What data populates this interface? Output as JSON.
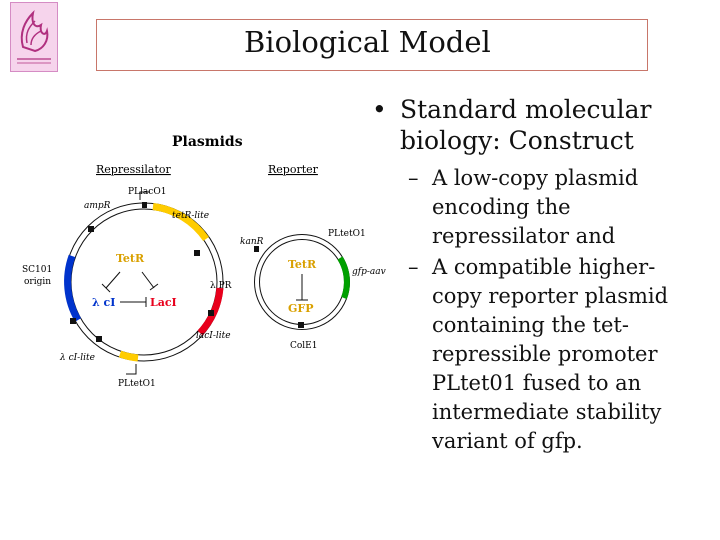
{
  "slide": {
    "title": "Biological Model"
  },
  "bullets": [
    {
      "marker": "•",
      "text": "Standard molecular biology: Construct",
      "lines": [
        "Standard molecular",
        "biology: Construct"
      ],
      "subitems": [
        {
          "marker": "–",
          "text": "A low-copy plasmid encoding the repressilator and",
          "lines": [
            "A low-copy plasmid",
            "encoding the",
            "repressilator and"
          ]
        },
        {
          "marker": "–",
          "text": "A compatible higher-copy reporter plasmid containing the tet-repressible promoter PLtet01 fused to an intermediate stability variant of gfp.",
          "lines": [
            "A compatible higher-",
            "copy reporter plasmid",
            "containing the tet-",
            "repressible promoter",
            "PLtet01 fused to an",
            "intermediate stability",
            "variant of gfp."
          ]
        }
      ]
    }
  ],
  "figure": {
    "heading": "Plasmids",
    "repressilator_label": "Repressilator",
    "reporter_label": "Reporter",
    "labels": {
      "amp": "ampR",
      "pllac": "PLlacO1",
      "tetr_lite": "tetR-lite",
      "sc101_1": "SC101",
      "sc101_2": "origin",
      "lambda_pr": "λ PR",
      "laci_lite": "lacI-lite",
      "ci_lite": "λ cI-lite",
      "pltet_bottom": "PLtetO1",
      "kan": "kanR",
      "pltet_top": "PLtetO1",
      "gfp_aav": "gfp-aav",
      "cole1": "ColE1"
    },
    "inner": {
      "tetr": "TetR",
      "ci": "λ cI",
      "laci": "LacI",
      "tetr_reporter": "TetR",
      "gfp": "GFP"
    }
  },
  "colors": {
    "title_border": "#c8766a",
    "tetr": "#ffcc00",
    "laci": "#e8001c",
    "ci": "#0033cc",
    "gfp": "#00a000",
    "logo_bg": "#f6d4ec"
  }
}
